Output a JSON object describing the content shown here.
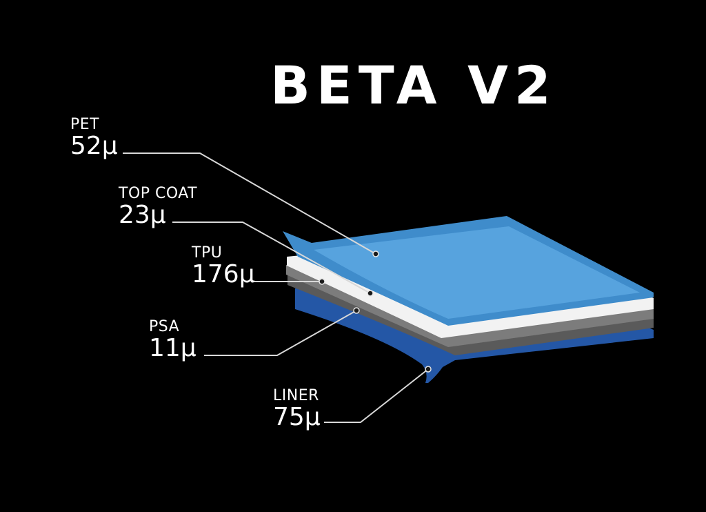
{
  "title": "BETA V2",
  "layers": [
    {
      "name": "PET",
      "value": "52µ"
    },
    {
      "name": "TOP COAT",
      "value": "23µ"
    },
    {
      "name": "TPU",
      "value": "176µ"
    },
    {
      "name": "PSA",
      "value": "11µ"
    },
    {
      "name": "LINER",
      "value": "75µ"
    }
  ],
  "colors": {
    "background": "#000000",
    "pet": "#4b9bd6",
    "top_coat": "#f2f2f2",
    "tpu": "#7c7c7c",
    "psa": "#5a5a5a",
    "liner": "#2457a6",
    "leader_line": "#d8d8d8"
  }
}
